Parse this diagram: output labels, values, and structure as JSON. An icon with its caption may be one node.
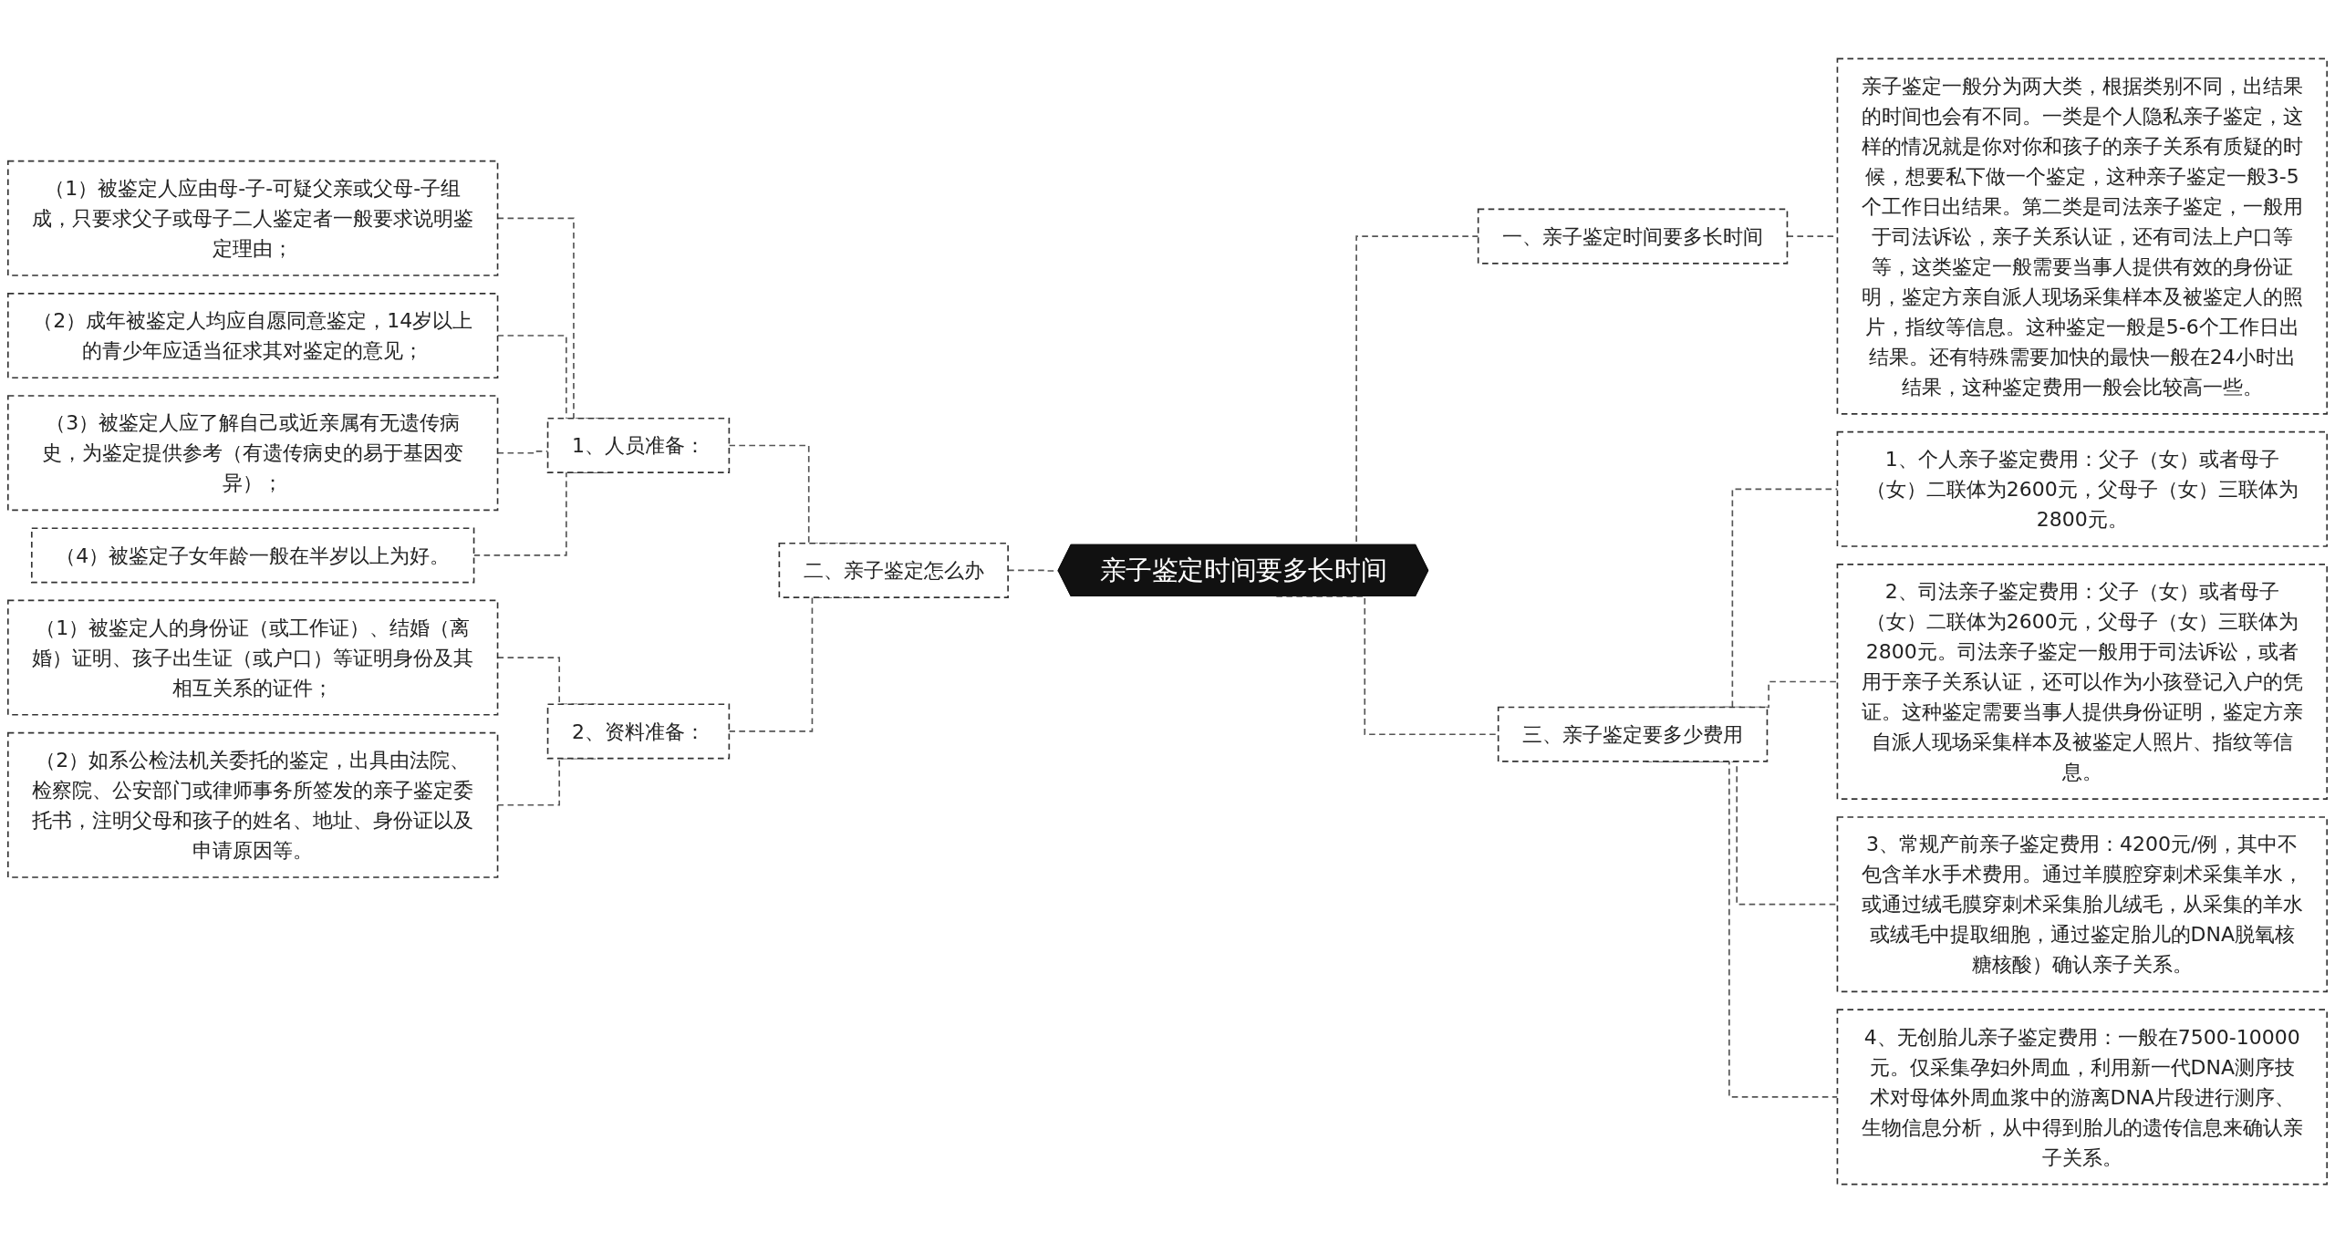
{
  "diagram": {
    "nodes": [
      {
        "text": [
          "亲子鉴定时间要多长时间"
        ]
      },
      {
        "text": [
          "一、亲子鉴定时间要多长时间"
        ]
      },
      {
        "text": [
          "亲子鉴定一般分为两大类，根据类别不同，出结果的时间也会有不同。一类是个人隐私亲子鉴定，这样的情况就是你对你和孩子的亲子关系有质疑的时候，想要私下做一个鉴定，这种亲子鉴定一般3-5个工作日出结果。第二类是司法亲子鉴定，一般用于司法诉讼，亲子关系认证，还有司法上户口等等，这类鉴定一般需要当事人提供有效的身份证明，鉴定方亲自派人现场采集样本及被鉴定人的照片，指纹等信息。这种鉴定一般是5-6个工作日出结果。还有特殊需要加快的最快一般在24小时出结果，这种鉴定费用一般会比较高一些。"
        ]
      },
      {
        "text": [
          "二、亲子鉴定怎么办"
        ]
      },
      {
        "text": [
          "1、人员准备："
        ]
      },
      {
        "text": [
          "（1）被鉴定人应由母-子-可疑父亲或父母-子组成，只要求父子或母子二人鉴定者一般要求说明鉴定理由；"
        ]
      },
      {
        "text": [
          "（2）成年被鉴定人均应自愿同意鉴定，14岁以上的青少年应适当征求其对鉴定的意见；"
        ]
      },
      {
        "text": [
          "（3）被鉴定人应了解自己或近亲属有无遗传病史，为鉴定提供参考（有遗传病史的易于基因变异）；"
        ]
      },
      {
        "text": [
          "（4）被鉴定子女年龄一般在半岁以上为好。"
        ]
      },
      {
        "text": [
          "2、资料准备："
        ]
      },
      {
        "text": [
          "（1）被鉴定人的身份证（或工作证）、结婚（离婚）证明、孩子出生证（或户口）等证明身份及其相互关系的证件；"
        ]
      },
      {
        "text": [
          "（2）如系公检法机关委托的鉴定，出具由法院、检察院、公安部门或律师事务所签发的亲子鉴定委托书，注明父母和孩子的姓名、地址、身份证以及申请原因等。"
        ]
      },
      {
        "text": [
          "三、亲子鉴定要多少费用"
        ]
      },
      {
        "text": [
          "1、个人亲子鉴定费用：父子（女）或者母子（女）二联体为2600元，父母子（女）三联体为2800元。"
        ]
      },
      {
        "text": [
          "2、司法亲子鉴定费用：父子（女）或者母子（女）二联体为2600元，父母子（女）三联体为2800元。司法亲子鉴定一般用于司法诉讼，或者用于亲子关系认证，还可以作为小孩登记入户的凭证。这种鉴定需要当事人提供身份证明，鉴定方亲自派人现场采集样本及被鉴定人照片、指纹等信息。"
        ]
      },
      {
        "text": [
          "3、常规产前亲子鉴定费用：4200元/例，其中不包含羊水手术费用。通过羊膜腔穿刺术采集羊水，或通过绒毛膜穿刺术采集胎儿绒毛，从采集的羊水或绒毛中提取细胞，通过鉴定胎儿的DNA脱氧核糖核酸）确认亲子关系。"
        ]
      },
      {
        "text": [
          "4、无创胎儿亲子鉴定费用：一般在7500-10000元。仅采集孕妇外周血，利用新一代DNA测序技术对母体外周血浆中的游离DNA片段进行测序、生物信息分析，从中得到胎儿的遗传信息来确认亲子关系。"
        ]
      }
    ],
    "edges": [
      {
        "from": 0,
        "to": 1,
        "arrow": "none",
        "style": "dashed"
      },
      {
        "from": 1,
        "to": 2,
        "arrow": "none",
        "style": "dashed"
      },
      {
        "from": 0,
        "to": 3,
        "arrow": "none",
        "style": "dashed"
      },
      {
        "from": 3,
        "to": 4,
        "arrow": "none",
        "style": "dashed"
      },
      {
        "from": 4,
        "to": 5,
        "arrow": "none",
        "style": "dashed"
      },
      {
        "from": 4,
        "to": 6,
        "arrow": "none",
        "style": "dashed"
      },
      {
        "from": 4,
        "to": 7,
        "arrow": "none",
        "style": "dashed"
      },
      {
        "from": 4,
        "to": 8,
        "arrow": "none",
        "style": "dashed"
      },
      {
        "from": 3,
        "to": 9,
        "arrow": "none",
        "style": "dashed"
      },
      {
        "from": 9,
        "to": 10,
        "arrow": "none",
        "style": "dashed"
      },
      {
        "from": 9,
        "to": 11,
        "arrow": "none",
        "style": "dashed"
      },
      {
        "from": 0,
        "to": 12,
        "arrow": "none",
        "style": "dashed"
      },
      {
        "from": 12,
        "to": 13,
        "arrow": "none",
        "style": "dashed"
      },
      {
        "from": 12,
        "to": 14,
        "arrow": "none",
        "style": "dashed"
      },
      {
        "from": 12,
        "to": 15,
        "arrow": "none",
        "style": "dashed"
      },
      {
        "from": 12,
        "to": 16,
        "arrow": "none",
        "style": "dashed"
      }
    ]
  }
}
